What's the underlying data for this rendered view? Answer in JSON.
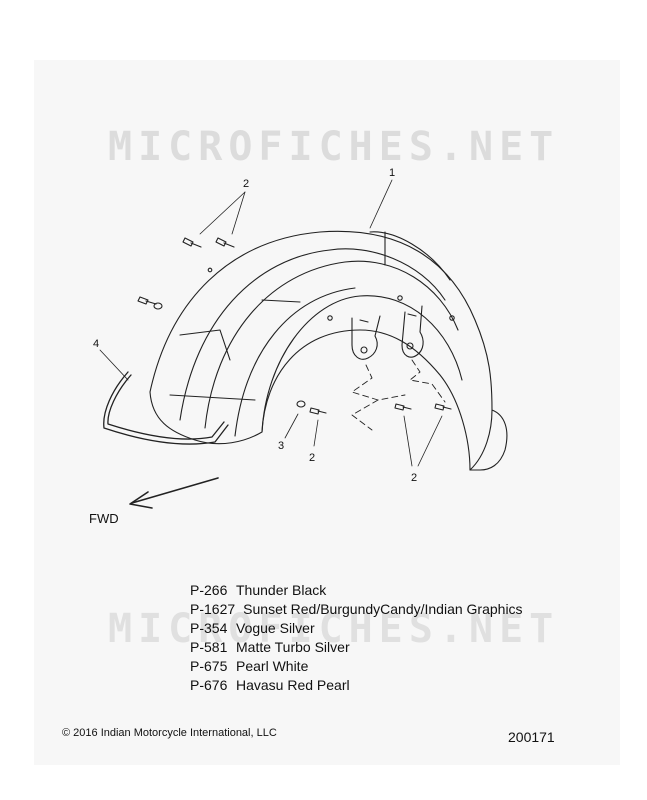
{
  "watermark": {
    "text": "MICROFICHES.NET"
  },
  "callouts": {
    "c1": "1",
    "c2a": "2",
    "c2b": "2",
    "c2c": "2",
    "c3": "3",
    "c4": "4"
  },
  "direction_label": "FWD",
  "paint_options": [
    {
      "code": "P-266",
      "name": "Thunder Black"
    },
    {
      "code": "P-1627",
      "name": "Sunset Red/BurgundyCandy/Indian Graphics"
    },
    {
      "code": "P-354",
      "name": "Vogue Silver"
    },
    {
      "code": "P-581",
      "name": "Matte Turbo Silver"
    },
    {
      "code": "P-675",
      "name": "Pearl White"
    },
    {
      "code": "P-676",
      "name": "Havasu Red Pearl"
    }
  ],
  "copyright": "©  2016 Indian Motorcycle International, LLC",
  "drawing_number": "200171"
}
